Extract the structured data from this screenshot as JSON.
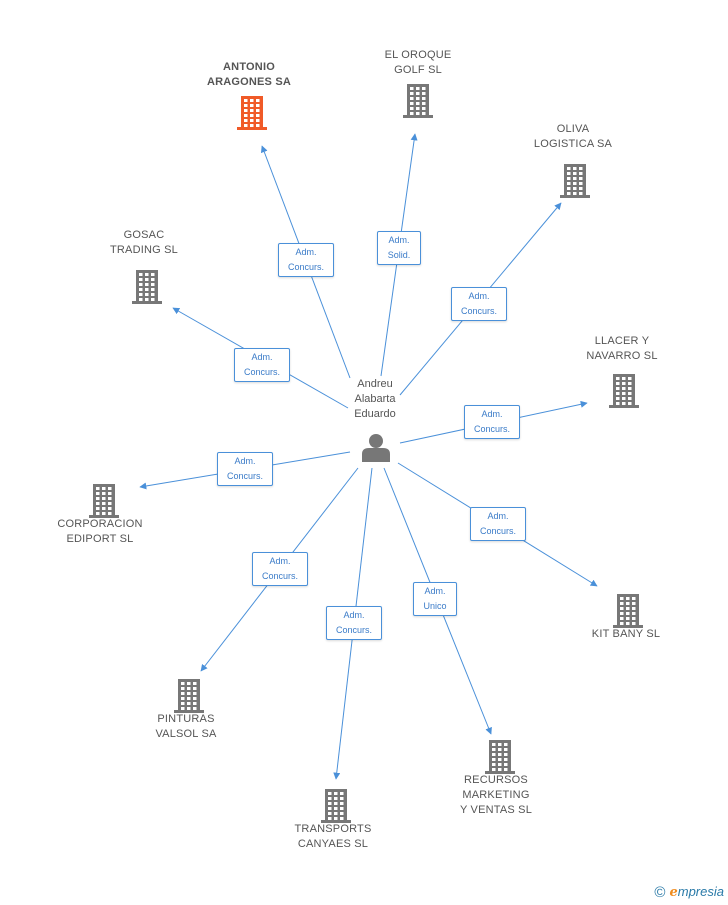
{
  "center": {
    "label": "Andreu\nAlabarta\nEduardo",
    "icon": "person-icon",
    "color": "#777777"
  },
  "colors": {
    "edge": "#4a90d9",
    "company": "#777777",
    "highlight": "#f05a28"
  },
  "companies": [
    {
      "id": "antonio-aragones",
      "label": "ANTONIO\nARAGONES SA",
      "relation": "Adm.\nConcurs.",
      "highlight": true,
      "icon": "building-icon"
    },
    {
      "id": "el-oroque-golf",
      "label": "EL OROQUE\nGOLF SL",
      "relation": "Adm.\nSolid.",
      "highlight": false,
      "icon": "building-icon"
    },
    {
      "id": "oliva-logistica",
      "label": "OLIVA\nLOGISTICA SA",
      "relation": "Adm.\nConcurs.",
      "highlight": false,
      "icon": "building-icon"
    },
    {
      "id": "gosac-trading",
      "label": "GOSAC\nTRADING SL",
      "relation": "Adm.\nConcurs.",
      "highlight": false,
      "icon": "building-icon"
    },
    {
      "id": "llacer-navarro",
      "label": "LLACER Y\nNAVARRO SL",
      "relation": "Adm.\nConcurs.",
      "highlight": false,
      "icon": "building-icon"
    },
    {
      "id": "corporacion-ediport",
      "label": "CORPORACION\nEDIPORT SL",
      "relation": "Adm.\nConcurs.",
      "highlight": false,
      "icon": "building-icon"
    },
    {
      "id": "kit-bany",
      "label": "KIT BANY SL",
      "relation": "Adm.\nConcurs.",
      "highlight": false,
      "icon": "building-icon"
    },
    {
      "id": "pinturas-valsol",
      "label": "PINTURAS\nVALSOL SA",
      "relation": "Adm.\nConcurs.",
      "highlight": false,
      "icon": "building-icon"
    },
    {
      "id": "recursos-marketing",
      "label": "RECURSOS\nMARKETING\nY VENTAS SL",
      "relation": "Adm.\nUnico",
      "highlight": false,
      "icon": "building-icon"
    },
    {
      "id": "transports-canyaes",
      "label": "TRANSPORTS\nCANYAES SL",
      "relation": "Adm.\nConcurs.",
      "highlight": false,
      "icon": "building-icon"
    }
  ],
  "brand": {
    "copyright": "©",
    "e": "e",
    "rest": "mpresia"
  }
}
